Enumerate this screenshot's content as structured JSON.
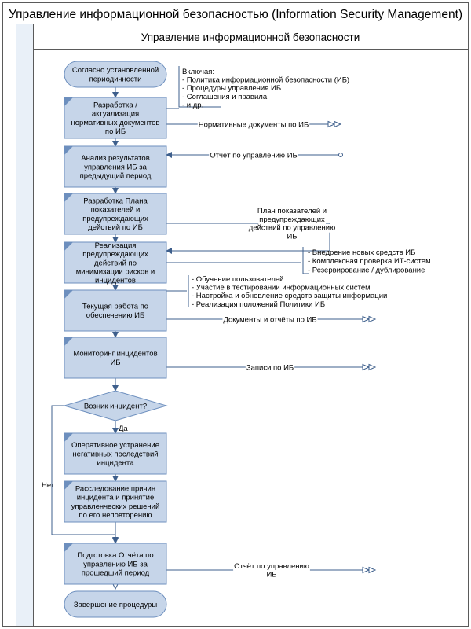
{
  "title": "Управление информационной безопасностью (Information Security Management)",
  "lane_title": "Управление информационной безопасности",
  "colors": {
    "process_fill": "#c6d5e9",
    "process_stroke": "#6d8fbe",
    "line": "#3e5f8c",
    "border": "#5a5a5a",
    "lane_fill": "#e9f0f8",
    "canvas_fill": "#ffffff"
  },
  "start": {
    "lines": [
      "Согласно установленной",
      "периодичности"
    ]
  },
  "end": {
    "lines": [
      "Завершение процедуры"
    ]
  },
  "steps": [
    {
      "lines": [
        "Разработка /",
        "актуализация",
        "нормативных документов",
        "по ИБ"
      ]
    },
    {
      "lines": [
        "Анализ результатов",
        "управления ИБ за",
        "предыдущий период"
      ]
    },
    {
      "lines": [
        "Разработка Плана",
        "показателей и",
        "предупреждающих",
        "действий по ИБ"
      ]
    },
    {
      "lines": [
        "Реализация",
        "предупреждающих",
        "действий по",
        "минимизации рисков и",
        "инцидентов"
      ]
    },
    {
      "lines": [
        "Текущая работа по",
        "обеспечению ИБ"
      ]
    },
    {
      "lines": [
        "Мониторинг инцидентов",
        "ИБ"
      ]
    },
    {
      "lines": [
        "Оперативное устранение",
        "негативных последствий",
        "инцидента"
      ]
    },
    {
      "lines": [
        "Расследование причин",
        "инцидента и принятие",
        "управленческих решений",
        "по его неповторению"
      ]
    },
    {
      "lines": [
        "Подготовка Отчёта по",
        "управлению ИБ за",
        "прошедший период"
      ]
    }
  ],
  "decision": {
    "label": "Возник инцидент?",
    "yes": "Да",
    "no": "Нет"
  },
  "notes": [
    {
      "lines": [
        "Включая:",
        "- Политика информационной безопасности (ИБ)",
        "- Процедуры управления ИБ",
        "- Соглашения и правила",
        "- и др."
      ]
    },
    {
      "lines": [
        "- Внедрение новых средств ИБ",
        "- Комплексная проверка ИТ-систем",
        "- Резервирование / дублирование"
      ]
    },
    {
      "lines": [
        "- Обучение пользователей",
        "- Участие в тестировании информационных систем",
        "- Настройка и обновление средств защиты информации",
        "- Реализация положений Политики ИБ"
      ]
    }
  ],
  "flows": [
    {
      "lines": [
        "Нормативные документы по ИБ"
      ]
    },
    {
      "lines": [
        "Отчёт по управлению ИБ"
      ]
    },
    {
      "lines": [
        "План показателей и",
        "предупреждающих",
        "действий по управлению",
        "ИБ"
      ]
    },
    {
      "lines": [
        "Документы и отчёты по ИБ"
      ]
    },
    {
      "lines": [
        "Записи по ИБ"
      ]
    },
    {
      "lines": [
        "Отчёт по управлению",
        "ИБ"
      ]
    }
  ]
}
